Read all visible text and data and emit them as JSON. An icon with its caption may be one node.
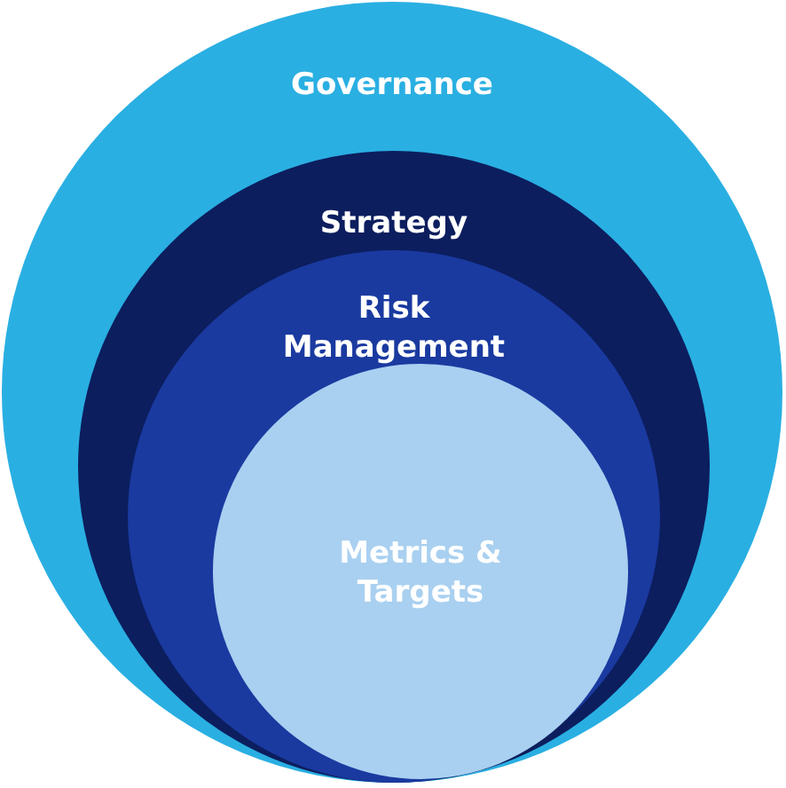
{
  "diagram": {
    "nodes": [
      {
        "text": [
          "Governance"
        ]
      },
      {
        "text": [
          "Strategy"
        ],
        "in": 0
      },
      {
        "text": [
          "Risk Management"
        ],
        "in": 1
      },
      {
        "text": [
          "Metrics & Targets"
        ],
        "in": 2
      }
    ]
  }
}
